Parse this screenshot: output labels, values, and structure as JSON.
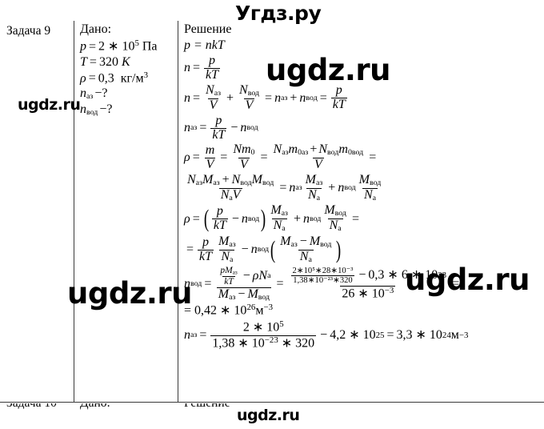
{
  "page": {
    "site_title": "Угдз.ру",
    "watermark": "ugdz.ru",
    "background": "#ffffff",
    "ink": "#000000"
  },
  "watermarks": [
    {
      "name": "watermark-top-right",
      "text": "ugdz.ru"
    },
    {
      "name": "watermark-left-upper",
      "text": "ugdz.ru"
    },
    {
      "name": "watermark-right-middle",
      "text": "ugdz.ru"
    },
    {
      "name": "watermark-left-middle",
      "text": "ugdz.ru"
    },
    {
      "name": "watermark-bottom-center",
      "text": "ugdz.ru"
    }
  ],
  "table": {
    "columns": [
      {
        "id": "task",
        "header": "Задача 9"
      },
      {
        "id": "given",
        "header": "Дано:"
      },
      {
        "id": "solution",
        "header": "Решение"
      }
    ],
    "task": {
      "label": "Задача 9"
    },
    "given": {
      "heading": "Дано:",
      "lines": [
        {
          "lhs": "p",
          "eq": "=",
          "value": "2 ∗ 10",
          "exp": "5",
          "unit": "Па"
        },
        {
          "lhs": "T",
          "eq": "=",
          "value": "320",
          "exp": "",
          "unit": "K"
        },
        {
          "lhs": "ρ",
          "eq": "=",
          "value": "0,3",
          "exp": "",
          "unit": "кг/м",
          "unit_exp": "3"
        }
      ],
      "unknowns": [
        {
          "symbol": "n",
          "sub": "аз",
          "tail": "−?"
        },
        {
          "symbol": "n",
          "sub": "вод",
          "tail": "−?"
        }
      ]
    },
    "solution": {
      "heading": "Решение",
      "steps": {
        "s1": "p = nkT",
        "s2_lhs": "n",
        "s2_num": "p",
        "s2_den": "kT",
        "s3_lhs": "n",
        "s3_f1_num_sym": "N",
        "s3_f1_num_sub": "аз",
        "s3_f1_den": "V",
        "s3_f2_num_sym": "N",
        "s3_f2_num_sub": "вод",
        "s3_f2_den": "V",
        "s3_mid1_sym": "n",
        "s3_mid1_sub": "аз",
        "s3_mid2_sym": "n",
        "s3_mid2_sub": "вод",
        "s3_last_num": "p",
        "s3_last_den": "kT",
        "s4_lhs_sym": "n",
        "s4_lhs_sub": "аз",
        "s4_num": "p",
        "s4_den": "kT",
        "s4_rhs_sym": "n",
        "s4_rhs_sub": "вод",
        "s5_lhs": "ρ",
        "s5_f1_num": "m",
        "s5_f1_den": "V",
        "s5_f2_num": "Nm",
        "s5_f2_num_sub": "0",
        "s5_f2_den": "V",
        "s5_f3_num_a_sym": "N",
        "s5_f3_num_a_sub": "аз",
        "s5_f3_num_b_sym": "m",
        "s5_f3_num_b_sub": "0аз",
        "s5_f3_num_c_sym": "N",
        "s5_f3_num_c_sub": "вод",
        "s5_f3_num_d_sym": "m",
        "s5_f3_num_d_sub": "0вод",
        "s5_f3_den": "V",
        "s6_f_num_a_sym": "N",
        "s6_f_num_a_sub": "аз",
        "s6_f_num_b_sym": "M",
        "s6_f_num_b_sub": "аз",
        "s6_f_num_c_sym": "N",
        "s6_f_num_c_sub": "вод",
        "s6_f_num_d_sym": "M",
        "s6_f_num_d_sub": "вод",
        "s6_f_den_sym": "N",
        "s6_f_den_sub": "a",
        "s6_f_den_v": "V",
        "s6_t1_sym": "n",
        "s6_t1_sub": "аз",
        "s6_t1_num_sym": "M",
        "s6_t1_num_sub": "аз",
        "s6_t1_den_sym": "N",
        "s6_t1_den_sub": "a",
        "s6_t2_sym": "n",
        "s6_t2_sub": "вод",
        "s6_t2_num_sym": "M",
        "s6_t2_num_sub": "вод",
        "s6_t2_den_sym": "N",
        "s6_t2_den_sub": "a",
        "s7_lhs": "ρ",
        "s7_in_num": "p",
        "s7_in_den": "kT",
        "s7_in_sym": "n",
        "s7_in_sub": "вод",
        "s7_m_num_sym": "M",
        "s7_m_num_sub": "аз",
        "s7_m_den_sym": "N",
        "s7_m_den_sub": "a",
        "s7_t2_sym": "n",
        "s7_t2_sub": "вод",
        "s7_t2_num_sym": "M",
        "s7_t2_num_sub": "вод",
        "s7_t2_den_sym": "N",
        "s7_t2_den_sub": "a",
        "s8_f1_num": "p",
        "s8_f1_den": "kT",
        "s8_f2_num_sym": "M",
        "s8_f2_num_sub": "аз",
        "s8_f2_den_sym": "N",
        "s8_f2_den_sub": "a",
        "s8_n_sym": "n",
        "s8_n_sub": "вод",
        "s8_f3_num_a_sym": "M",
        "s8_f3_num_a_sub": "аз",
        "s8_f3_num_b_sym": "M",
        "s8_f3_num_b_sub": "вод",
        "s8_f3_den_sym": "N",
        "s8_f3_den_sub": "a",
        "s9_lhs_sym": "n",
        "s9_lhs_sub": "вод",
        "s9_big_num_f_num_sym": "pM",
        "s9_big_num_f_num_sub": "аз",
        "s9_big_num_f_den": "kT",
        "s9_big_num_rho": "ρN",
        "s9_big_num_rho_sub": "a",
        "s9_big_den_a_sym": "M",
        "s9_big_den_a_sub": "аз",
        "s9_big_den_b_sym": "M",
        "s9_big_den_b_sub": "вод",
        "s9_calc_top_f_num": "2∗10⁵∗28∗10⁻³",
        "s9_calc_top_f_den": "1,38∗10⁻²³∗320",
        "s9_calc_top_rest": "0,3 ∗ 6 ∗ 10",
        "s9_calc_top_rest_exp": "23",
        "s9_calc_den": "26 ∗ 10",
        "s9_calc_den_exp": "−3",
        "s10": "= 0,42 ∗ 10",
        "s10_exp": "26",
        "s10_unit": "м",
        "s10_unit_exp": "−3",
        "s11_lhs_sym": "n",
        "s11_lhs_sub": "аз",
        "s11_num": "2 ∗ 10",
        "s11_num_exp": "5",
        "s11_den": "1,38 ∗ 10",
        "s11_den_exp": "−23",
        "s11_den_tail": " ∗ 320",
        "s11_minus": "4,2 ∗ 10",
        "s11_minus_exp": "25",
        "s11_result": "3,3 ∗ 10",
        "s11_result_exp": "24",
        "s11_result_unit": "м",
        "s11_result_unit_exp": "−3"
      }
    }
  }
}
